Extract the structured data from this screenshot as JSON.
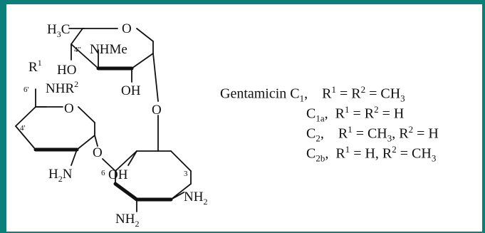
{
  "structure": {
    "labels": {
      "h3c_h": "H",
      "h3c_3": "3",
      "h3c_c": "C",
      "ring_o_top": "O",
      "pos_4pp": "4\"",
      "nhme": "NHMe",
      "ho": "HO",
      "oh_top": "OH",
      "r1_r": "R",
      "r1_1": "1",
      "pos_6p": "6'",
      "nhr2": "NHR",
      "nhr2_sup": "2",
      "ring_o_mid": "O",
      "pos_4p": "4'",
      "bridge_o_right": "O",
      "bridge_o_left": "O",
      "h2n_h": "H",
      "h2n_2": "2",
      "h2n_n": "N",
      "pos_6": "6",
      "oh_bottom": "OH",
      "pos_3": "3",
      "nh2_right": "NH",
      "nh2_right_sub": "2",
      "nh2_bottom": "NH",
      "nh2_bottom_sub": "2"
    }
  },
  "legend": {
    "rows": [
      {
        "name": "Gentamicin C",
        "sub": "1",
        "formula": ",    R",
        "s1": "1",
        "mid": " = R",
        "s2": "2",
        "tail": " = CH",
        "tail_sub": "3",
        "end": ""
      },
      {
        "name": "C",
        "sub": "1a",
        "formula": ",  R",
        "s1": "1",
        "mid": " = R",
        "s2": "2",
        "tail": " = H",
        "tail_sub": "",
        "end": ""
      },
      {
        "name": "C",
        "sub": "2",
        "formula": ",    R",
        "s1": "1",
        "mid": " = CH",
        "s2": "",
        "tail": "",
        "tail_sub": "",
        "end": ""
      },
      {
        "name": "C",
        "sub": "2b",
        "formula": ",  R",
        "s1": "1",
        "mid": " = H, R",
        "s2": "2",
        "tail": " = CH",
        "tail_sub": "3",
        "end": ""
      }
    ],
    "row3_extra": {
      "sub3": "3",
      "rest": ", R",
      "s2": "2",
      "tail": " = H"
    }
  }
}
